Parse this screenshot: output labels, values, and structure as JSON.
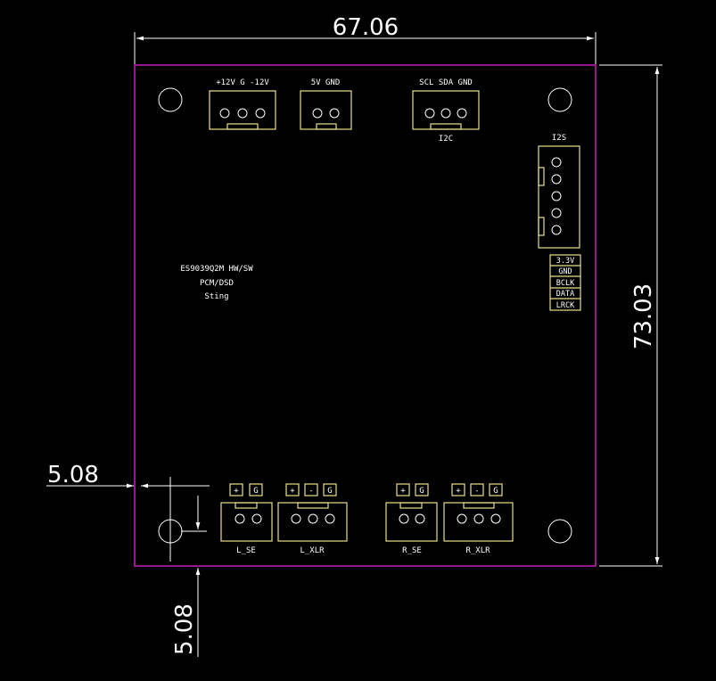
{
  "dimensions": {
    "width": "67.06",
    "height": "73.03",
    "offset_x": "5.08",
    "offset_y": "5.08"
  },
  "connectors": {
    "power": "+12V  G  -12V",
    "five_v": "5V  GND",
    "i2c_pins": "SCL  SDA  GND",
    "i2c_name": "I2C",
    "i2s_name": "I2S"
  },
  "i2s_pins": [
    "3.3V",
    "GND",
    "BCLK",
    "DATA",
    "LRCK"
  ],
  "board_text": {
    "line1": "ES9039Q2M HW/SW",
    "line2": "PCM/DSD",
    "line3": "Sting"
  },
  "outputs": {
    "l_se": "L_SE",
    "l_xlr": "L_XLR",
    "r_se": "R_SE",
    "r_xlr": "R_XLR",
    "plus": "+",
    "minus": "-",
    "gnd": "G"
  },
  "colors": {
    "background": "#000000",
    "board_outline": "#c71fb9",
    "silkscreen": "#e8e08c",
    "dimension": "#ffffff"
  }
}
